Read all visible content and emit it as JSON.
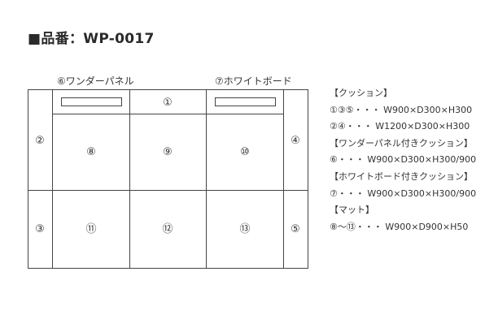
{
  "title": "■品番：WP-0017",
  "captions": {
    "wonder_panel": "⑥ワンダーパネル",
    "white_board": "⑦ホワイトボード"
  },
  "cells": {
    "c1": "①",
    "c2": "②",
    "c3": "③",
    "c4": "④",
    "c5": "⑤",
    "c8": "⑧",
    "c9": "⑨",
    "c10": "⑩",
    "c11": "⑪",
    "c12": "⑫",
    "c13": "⑬"
  },
  "spec_lines": [
    "【クッション】",
    "①③⑤・・・ W900×D300×H300",
    "②④・・・ W1200×D300×H300",
    "【ワンダーパネル付きクッション】",
    "⑥・・・ W900×D300×H300/900",
    "【ホワイトボード付きクッション】",
    "⑦・・・ W900×D300×H300/900",
    "【マット】",
    "⑧～⑬・・・ W900×D900×H50"
  ]
}
